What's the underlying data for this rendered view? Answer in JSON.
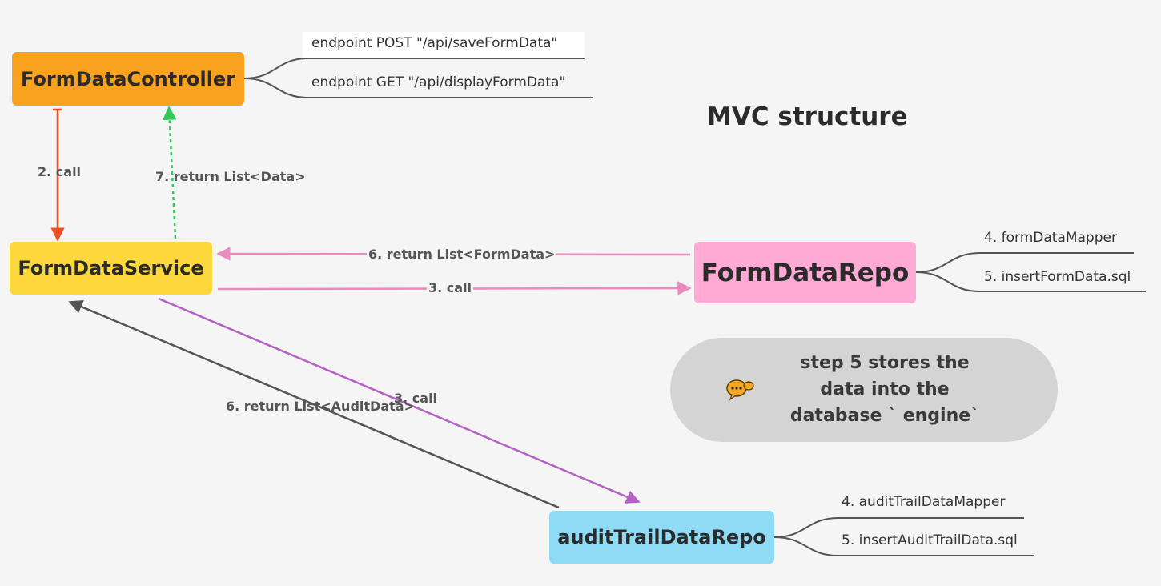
{
  "title": "MVC structure",
  "nodes": {
    "controller": {
      "label": "FormDataController",
      "color": "#f9a21f"
    },
    "service": {
      "label": "FormDataService",
      "color": "#fcd83d"
    },
    "form_repo": {
      "label": "FormDataRepo",
      "color": "#ffaad4"
    },
    "audit_repo": {
      "label": "auditTrailDataRepo",
      "color": "#8fdbf5"
    }
  },
  "controller_branches": [
    "endpoint POST \"/api/saveFormData\"",
    "endpoint GET \"/api/displayFormData\""
  ],
  "form_repo_branches": [
    "4. formDataMapper",
    "5. insertFormData.sql"
  ],
  "audit_repo_branches": [
    "4. auditTrailDataMapper",
    "5. insertAuditTrailData.sql"
  ],
  "edges": {
    "controller_to_service": {
      "label": "2. call",
      "color": "#f04e23"
    },
    "service_to_controller": {
      "label": "7. return List<Data>",
      "color": "#2ecc55"
    },
    "formrepo_to_service": {
      "label": "6. return List<FormData>",
      "color": "#e98bbd"
    },
    "service_to_formrepo": {
      "label": "3. call",
      "color": "#e98bbd"
    },
    "service_to_auditrepo": {
      "label": "3. call",
      "color": "#b660c7"
    },
    "auditrepo_to_service": {
      "label": "6. return List<AuditData>",
      "color": "#555555"
    }
  },
  "note": {
    "text": "step 5 stores the data into the database ` engine`",
    "icon": "chat-bubble-icon",
    "background": "#d4d4d4",
    "icon_color": "#f5a623"
  },
  "branch_line_color": "#555555"
}
